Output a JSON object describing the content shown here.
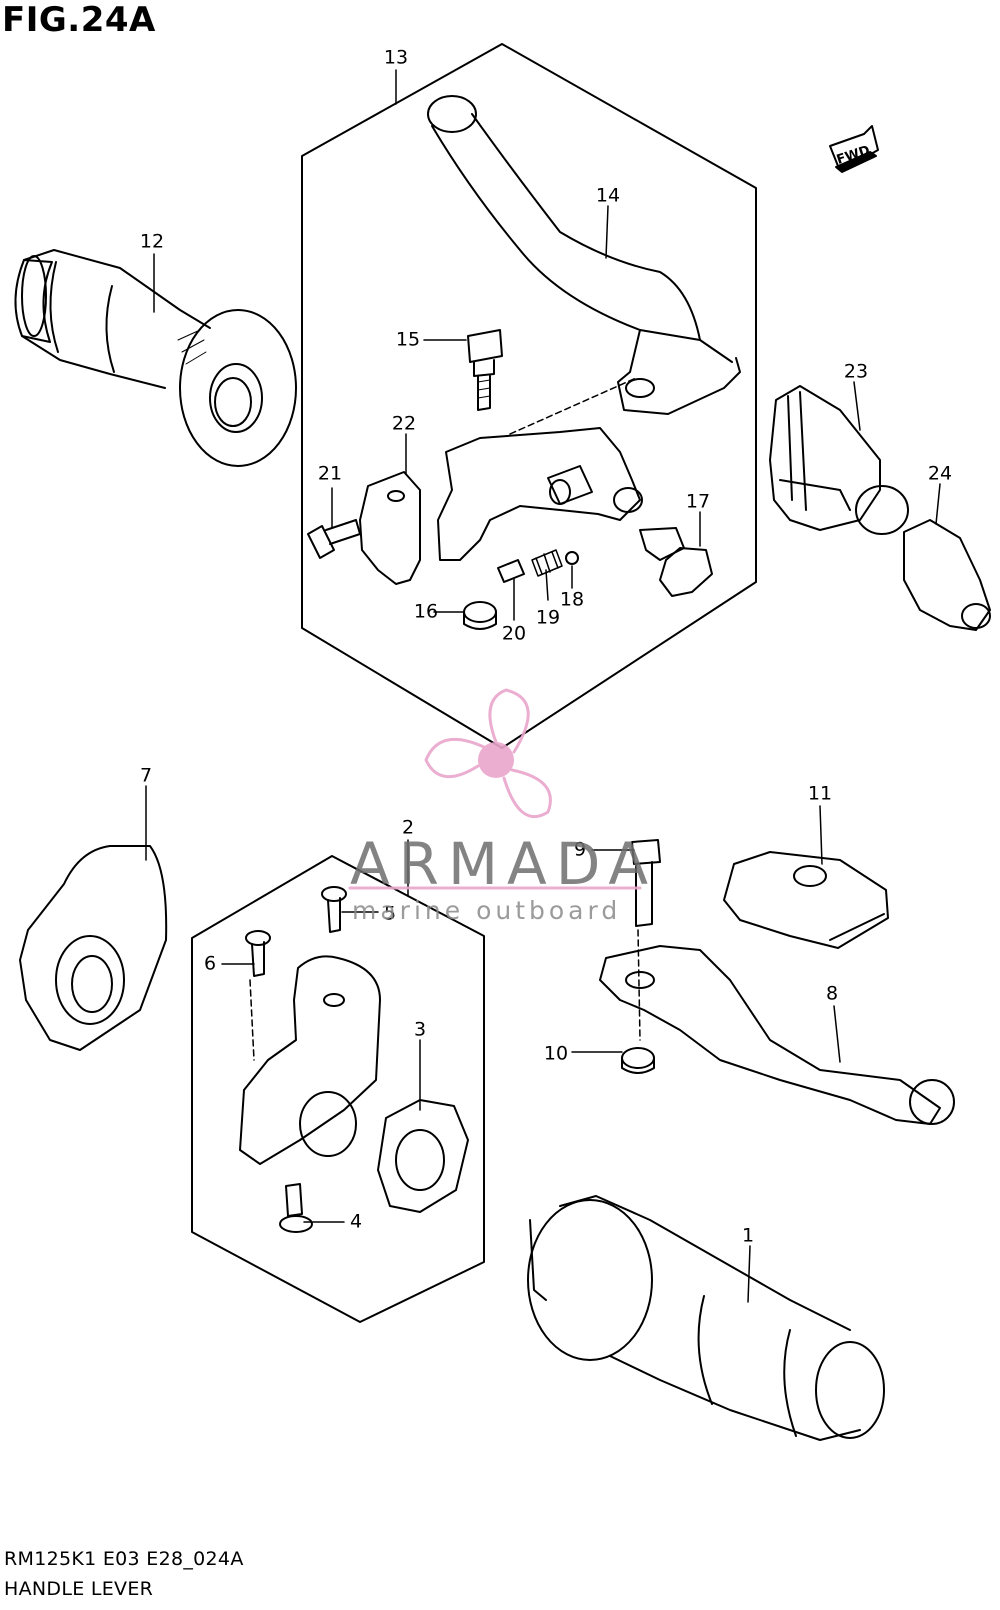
{
  "figure": {
    "title": "FIG.24A"
  },
  "footer": {
    "model_code": "RM125K1 E03 E28_024A",
    "section_name": "HANDLE LEVER"
  },
  "fwd_label": "FWD",
  "watermark": {
    "brand": "ARMADA",
    "tagline": "marine outboard",
    "accent_color": "#e9a6cc"
  },
  "callouts": [
    {
      "id": "1",
      "label": "1"
    },
    {
      "id": "2",
      "label": "2"
    },
    {
      "id": "3",
      "label": "3"
    },
    {
      "id": "4",
      "label": "4"
    },
    {
      "id": "5",
      "label": "5"
    },
    {
      "id": "6",
      "label": "6"
    },
    {
      "id": "7",
      "label": "7"
    },
    {
      "id": "8",
      "label": "8"
    },
    {
      "id": "9",
      "label": "9"
    },
    {
      "id": "10",
      "label": "10"
    },
    {
      "id": "11",
      "label": "11"
    },
    {
      "id": "12",
      "label": "12"
    },
    {
      "id": "13",
      "label": "13"
    },
    {
      "id": "14",
      "label": "14"
    },
    {
      "id": "15",
      "label": "15"
    },
    {
      "id": "16",
      "label": "16"
    },
    {
      "id": "17",
      "label": "17"
    },
    {
      "id": "18",
      "label": "18"
    },
    {
      "id": "19",
      "label": "19"
    },
    {
      "id": "20",
      "label": "20"
    },
    {
      "id": "21",
      "label": "21"
    },
    {
      "id": "22",
      "label": "22"
    },
    {
      "id": "23",
      "label": "23"
    },
    {
      "id": "24",
      "label": "24"
    }
  ]
}
